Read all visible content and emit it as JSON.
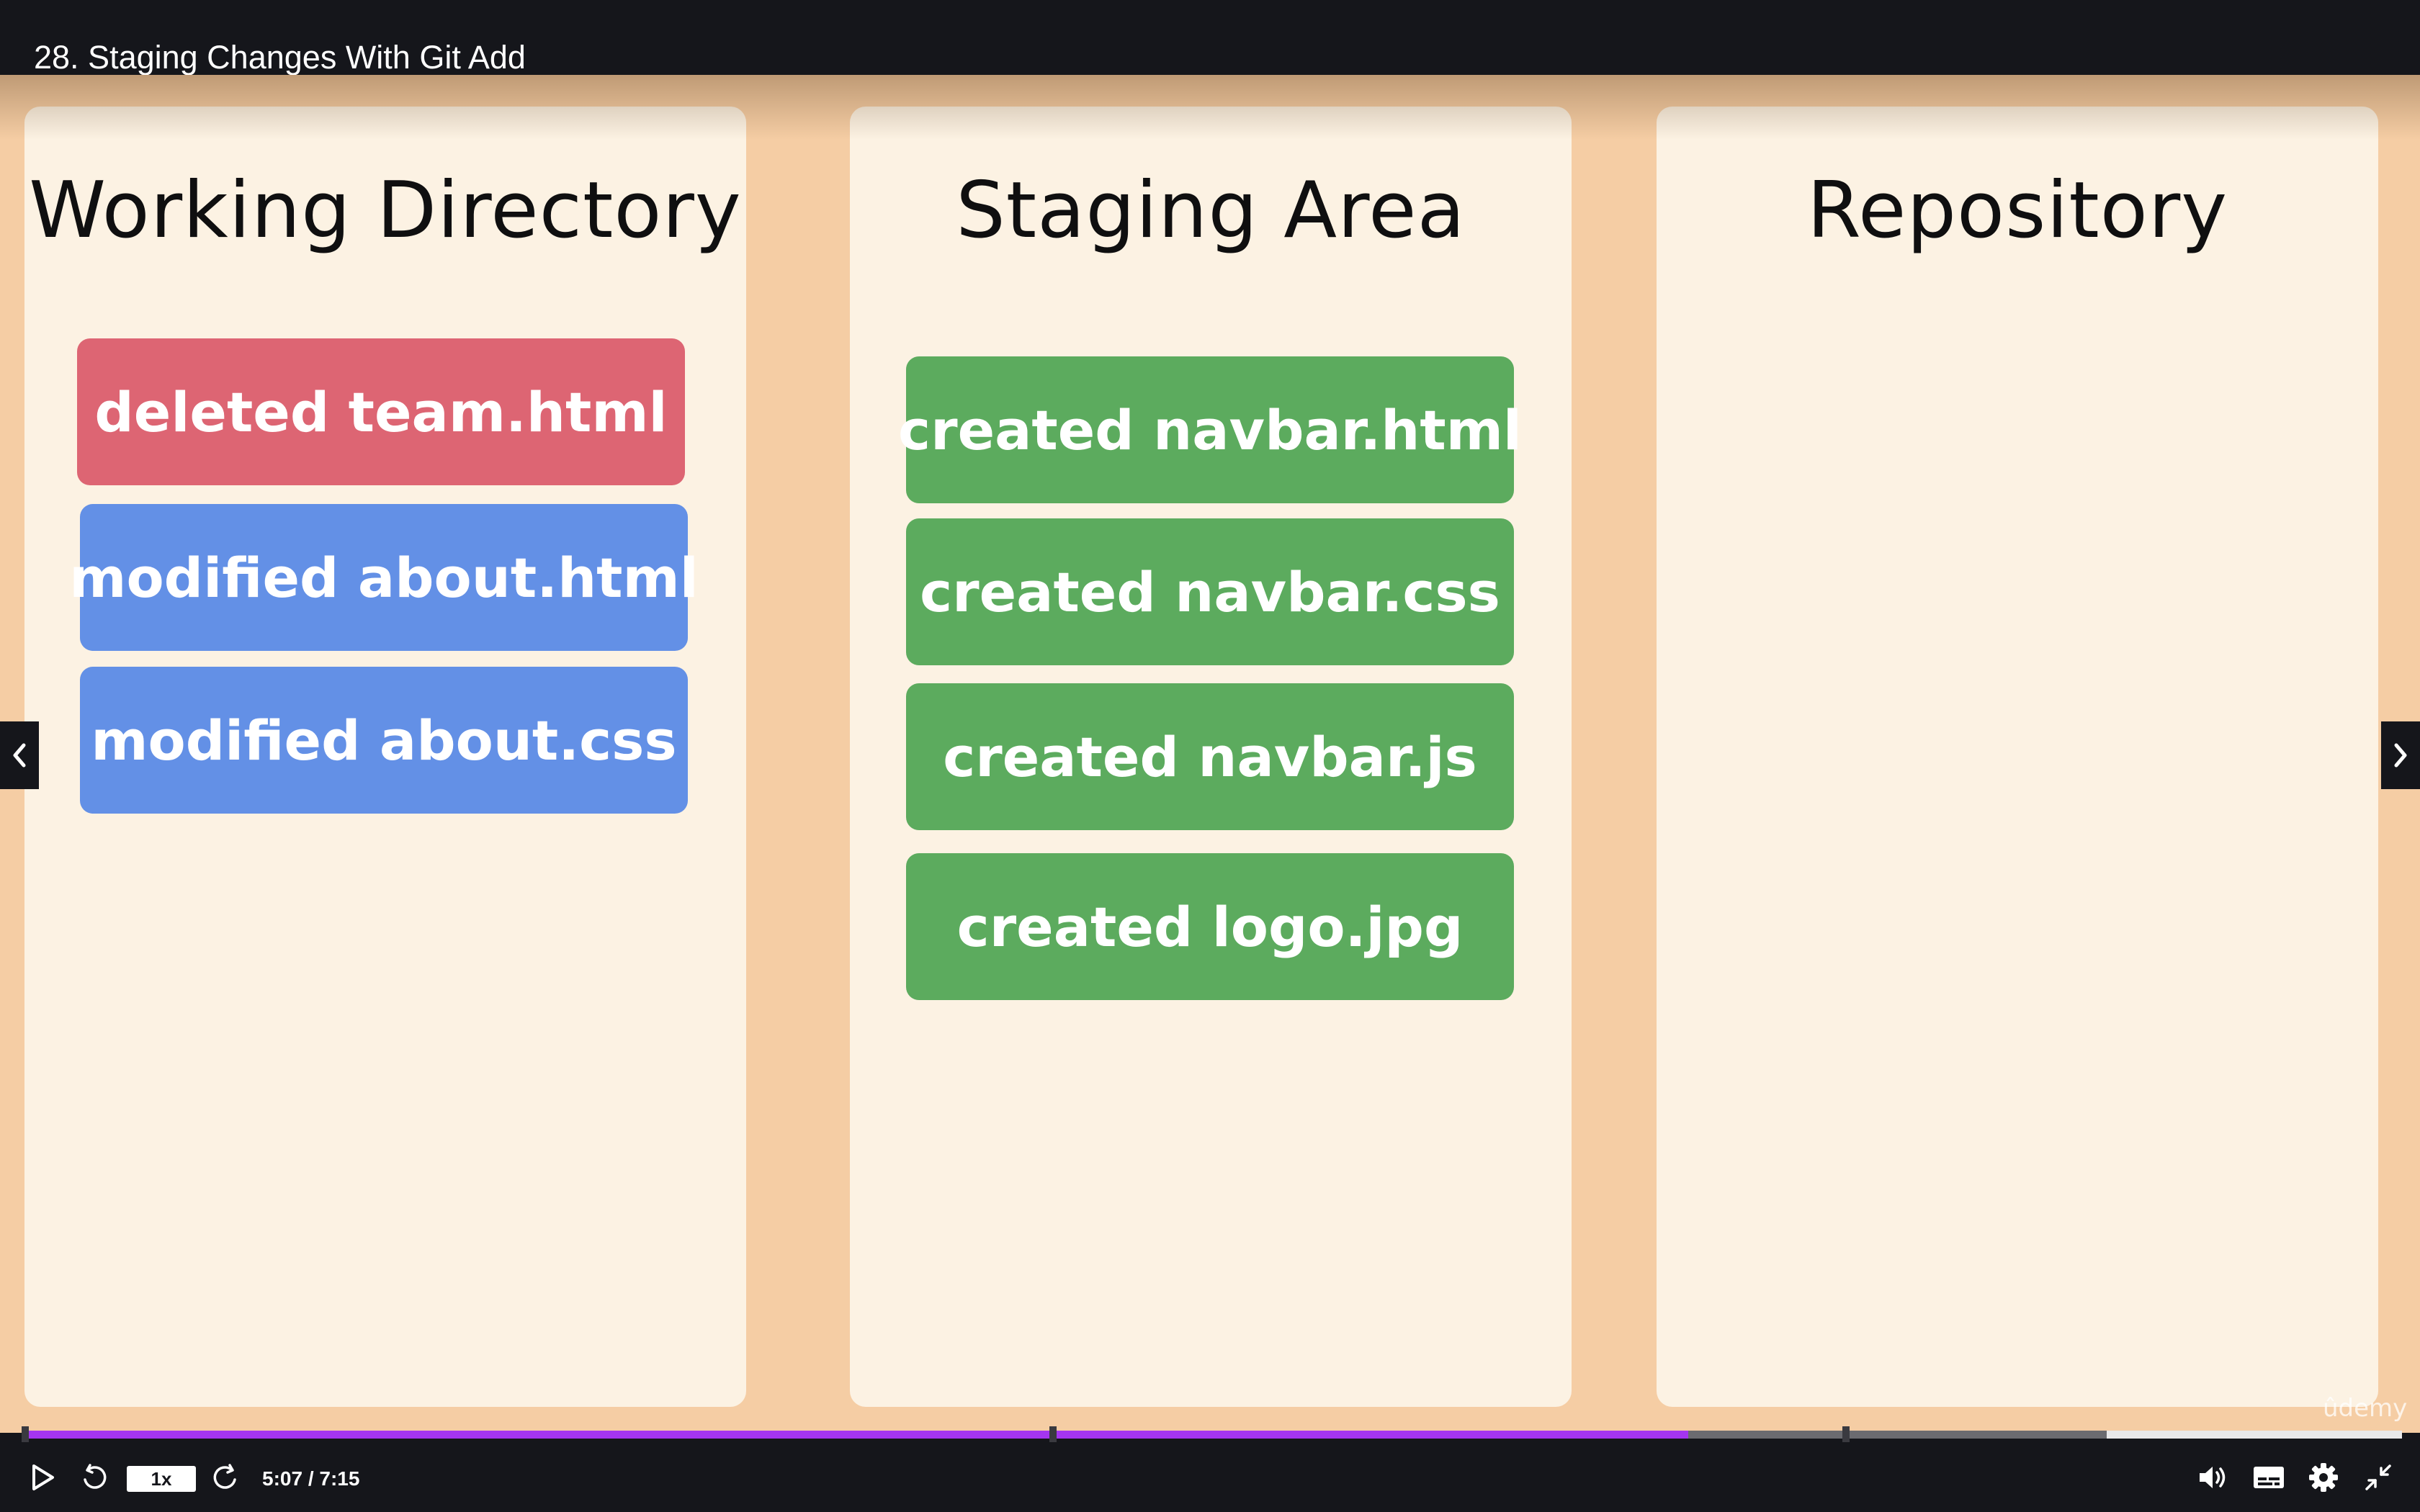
{
  "header": {
    "lecture_title": "28. Staging Changes With Git Add"
  },
  "slide": {
    "panels": [
      {
        "heading": "Working Directory",
        "cards": [
          {
            "label": "deleted team.html",
            "color": "#dd6573"
          },
          {
            "label": "modified about.html",
            "color": "#6390e6"
          },
          {
            "label": "modified about.css",
            "color": "#6390e6"
          }
        ]
      },
      {
        "heading": "Staging Area",
        "cards": [
          {
            "label": "created navbar.html",
            "color": "#5cab5e"
          },
          {
            "label": "created navbar.css",
            "color": "#5cab5e"
          },
          {
            "label": "created navbar.js",
            "color": "#5cab5e"
          },
          {
            "label": "created logo.jpg",
            "color": "#5cab5e"
          }
        ]
      },
      {
        "heading": "Repository",
        "cards": []
      }
    ],
    "watermark": "ûdemy"
  },
  "player": {
    "speed": "1x",
    "time": "5:07 / 7:15",
    "progress_fraction": 0.7,
    "buffered_fraction": 0.876,
    "accent_color": "#a435f0",
    "icons": [
      "play-icon",
      "rewind-icon",
      "forward-icon",
      "volume-icon",
      "captions-icon",
      "settings-icon",
      "exit-fullscreen-icon"
    ]
  }
}
